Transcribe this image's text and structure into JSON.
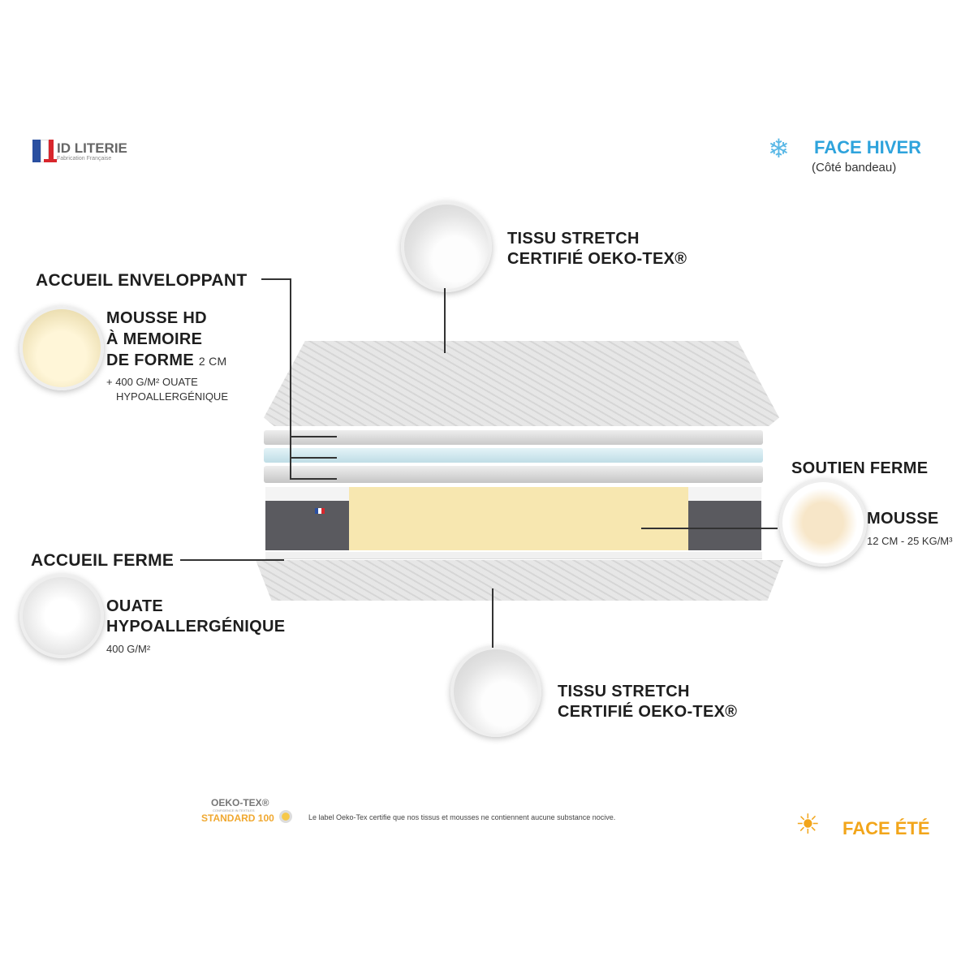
{
  "brand": {
    "name": "ID LITERIE",
    "tagline": "Fabrication Française"
  },
  "face_hiver": {
    "title": "FACE HIVER",
    "subtitle": "(Côté bandeau)",
    "icon": "snowflake-icon",
    "color": "#2ea3dc"
  },
  "face_ete": {
    "title": "FACE ÉTÉ",
    "icon": "sun-icon",
    "color": "#f2a51a"
  },
  "top_fabric": {
    "title_line1": "TISSU STRETCH",
    "title_line2": "CERTIFIÉ OEKO-TEX®"
  },
  "accueil_enveloppant": {
    "title": "ACCUEIL ENVELOPPANT",
    "line1": "MOUSSE HD",
    "line2": "À MEMOIRE",
    "line3": "DE FORME",
    "size": "2 CM",
    "extra1": "+ 400 G/M² OUATE",
    "extra2": "HYPOALLERGÉNIQUE"
  },
  "soutien_ferme": {
    "title": "SOUTIEN FERME",
    "material": "MOUSSE",
    "spec": "12 CM - 25 KG/M³"
  },
  "accueil_ferme": {
    "title": "ACCUEIL FERME",
    "line1": "OUATE",
    "line2": "HYPOALLERGÉNIQUE",
    "spec": "400 G/M²"
  },
  "bottom_fabric": {
    "title_line1": "TISSU STRETCH",
    "title_line2": "CERTIFIÉ OEKO-TEX®"
  },
  "oekotex": {
    "logo_top": "OEKO-TEX®",
    "logo_mid": "CONFIDENCE IN TEXTILES",
    "logo_bottom": "STANDARD 100",
    "note": "Le label Oeko-Tex certifie que nos tissus et mousses ne contiennent aucune substance nocive."
  }
}
